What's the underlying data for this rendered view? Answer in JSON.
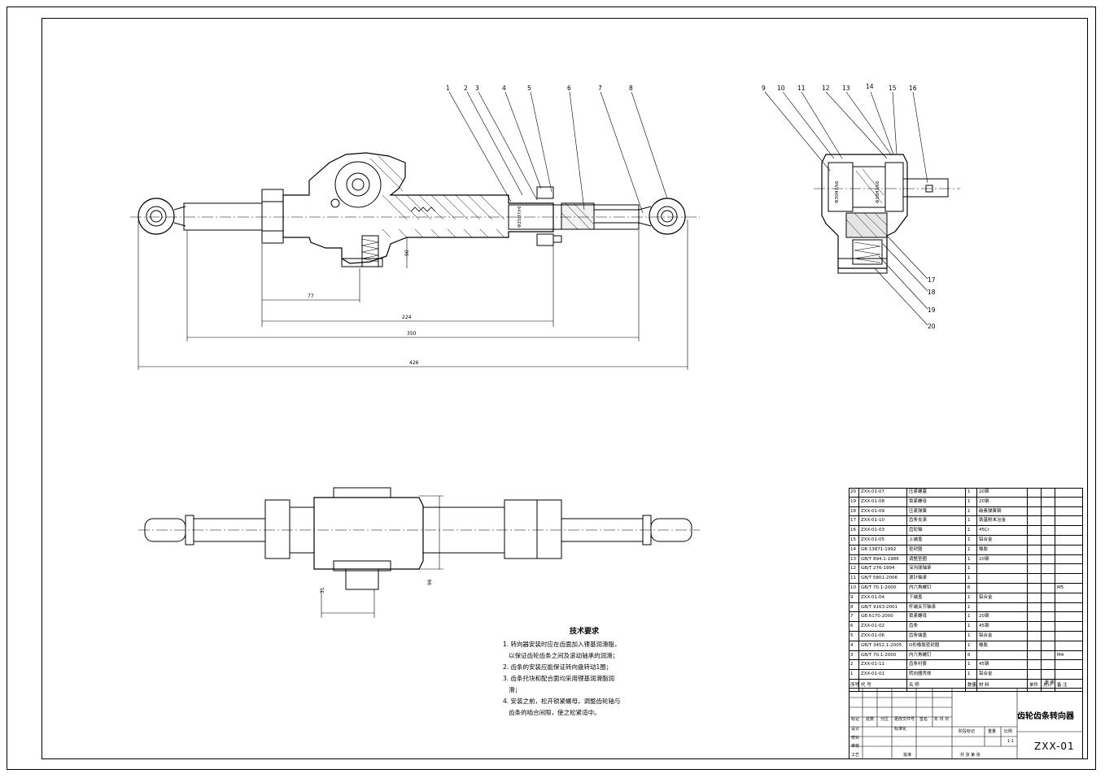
{
  "drawing": {
    "title": "齿轮齿条转向器",
    "code": "ZXX-01",
    "scale": "1:1"
  },
  "dimensions": {
    "d77": "77",
    "d224": "224",
    "d350": "350",
    "d426": "426",
    "d90": "90",
    "d31": "31",
    "d96": "96",
    "fit1": "Φ30H7/k6",
    "fit2": "Φ18H7/k6",
    "fit3": "Φ25H7/r6"
  },
  "balloons_main": [
    "1",
    "2",
    "3",
    "4",
    "5",
    "6",
    "7",
    "8"
  ],
  "balloons_side_top": [
    "9",
    "10",
    "11",
    "12",
    "13",
    "14",
    "15",
    "16"
  ],
  "balloons_side_right": [
    "17",
    "18",
    "19",
    "20"
  ],
  "requirements": {
    "title": "技术要求",
    "items": [
      "1. 转向器安装时应在齿面加入锂基润滑脂，",
      "   以保证齿轮齿条之间及滚动轴承的润滑；",
      "2. 齿条的安装应能保证转向盘转动1圈；",
      "3. 齿条托块和配合面均采用锂基润滑脂润",
      "   滑；",
      "4. 安装之前，松开锁紧螺母，调整齿轮轴与",
      "   齿条的啮合间隙，使之松紧适中。"
    ]
  },
  "bom": {
    "header": [
      "序号",
      "代  号",
      "名  称",
      "数量",
      "材  料",
      "单件",
      "总计",
      "备  注"
    ],
    "header_sub": "重  量",
    "rows": [
      [
        "20",
        "ZXX-01-07",
        "压紧螺塞",
        "1",
        "20钢",
        "",
        "",
        ""
      ],
      [
        "19",
        "ZXX-01-08",
        "锁紧螺母",
        "1",
        "20钢",
        "",
        "",
        ""
      ],
      [
        "18",
        "ZXX-01-09",
        "压紧弹簧",
        "1",
        "碳素弹簧钢",
        "",
        "",
        ""
      ],
      [
        "17",
        "ZXX-01-10",
        "齿条支承",
        "1",
        "铁基粉末冶金",
        "",
        "",
        ""
      ],
      [
        "16",
        "ZXX-01-03",
        "齿轮轴",
        "1",
        "45Cr",
        "",
        "",
        ""
      ],
      [
        "15",
        "ZXX-01-05",
        "上端盖",
        "1",
        "铝合金",
        "",
        "",
        ""
      ],
      [
        "14",
        "GB 13871-1992",
        "密封圈",
        "1",
        "橡胶",
        "",
        "",
        ""
      ],
      [
        "13",
        "GB/T 894.1-1986",
        "调整垫圈",
        "1",
        "20钢",
        "",
        "",
        ""
      ],
      [
        "12",
        "GB/T 276-1994",
        "深沟球轴承",
        "1",
        "",
        "",
        "",
        ""
      ],
      [
        "11",
        "GB/T 5801-2006",
        "滚针轴承",
        "1",
        "",
        "",
        "",
        ""
      ],
      [
        "10",
        "GB/T 70.1-2000",
        "内六角螺钉",
        "6",
        "",
        "",
        "",
        "M5"
      ],
      [
        "9",
        "ZXX-01-04",
        "下端盖",
        "1",
        "铝合金",
        "",
        "",
        ""
      ],
      [
        "8",
        "GB/T 9163-2001",
        "杆端关节轴承",
        "1",
        "",
        "",
        "",
        ""
      ],
      [
        "7",
        "GB 6170-2000",
        "锁紧螺母",
        "1",
        "20钢",
        "",
        "",
        ""
      ],
      [
        "6",
        "ZXX-01-02",
        "齿条",
        "1",
        "45钢",
        "",
        "",
        ""
      ],
      [
        "5",
        "ZXX-01-06",
        "齿条端盖",
        "1",
        "铝合金",
        "",
        "",
        ""
      ],
      [
        "4",
        "GB/T 3452.1-2005",
        "O形橡胶密封圈",
        "1",
        "橡胶",
        "",
        "",
        ""
      ],
      [
        "3",
        "GB/T 70.1-2000",
        "内六角螺钉",
        "6",
        "",
        "",
        "",
        "M4"
      ],
      [
        "2",
        "ZXX-01-11",
        "齿条衬套",
        "1",
        "45钢",
        "",
        "",
        ""
      ],
      [
        "1",
        "ZXX-01-01",
        "转向器壳体",
        "1",
        "铝合金",
        "",
        "",
        ""
      ]
    ]
  },
  "title_block": {
    "row1": [
      "标记",
      "处数",
      "分区",
      "更改文件号",
      "签名",
      "年 月 日"
    ],
    "design": "设计",
    "standard": "标准化",
    "stage": "阶段标记",
    "weight": "重量",
    "ratio": "比例",
    "check": "校对",
    "review": "审核",
    "process": "工艺",
    "approve": "批准",
    "sheets": "共  张    第  张"
  }
}
